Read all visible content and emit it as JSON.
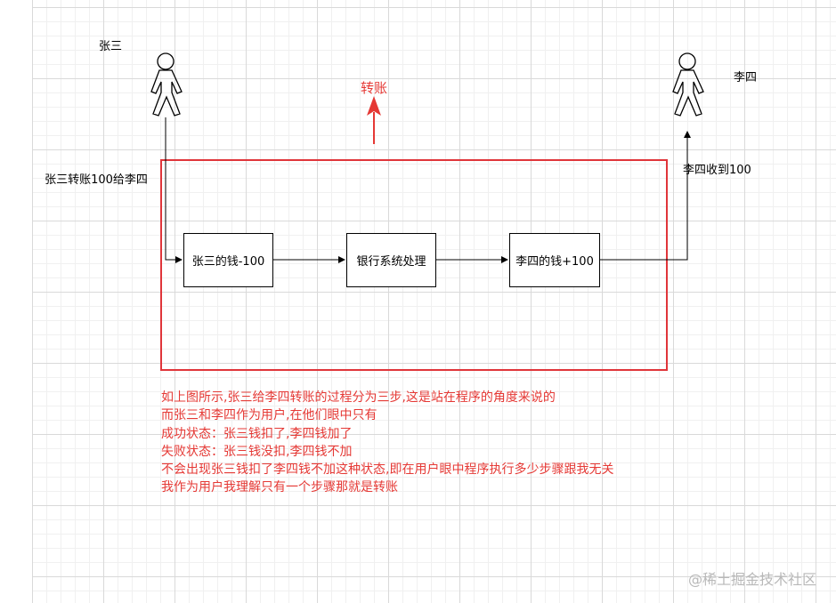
{
  "actors": {
    "sender": "张三",
    "receiver": "李四"
  },
  "labels": {
    "sender_action": "张三转账100给李四",
    "receiver_result": "李四收到100",
    "transfer": "转账"
  },
  "steps": [
    "张三的钱-100",
    "银行系统处理",
    "李四的钱+100"
  ],
  "explanation": [
    "如上图所示,张三给李四转账的过程分为三步,这是站在程序的角度来说的",
    "而张三和李四作为用户,在他们眼中只有",
    "成功状态：张三钱扣了,李四钱加了",
    "失败状态：张三钱没扣,李四钱不加",
    "不会出现张三钱扣了李四钱不加这种状态,即在用户眼中程序执行多少步骤跟我无关",
    "我作为用户我理解只有一个步骤那就是转账"
  ],
  "watermark": "@稀土掘金技术社区",
  "colors": {
    "highlight": "#e53935",
    "frame": "#e0353a",
    "line": "#000000"
  }
}
